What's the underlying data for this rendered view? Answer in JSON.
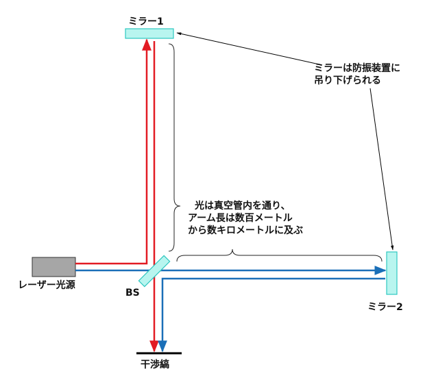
{
  "labels": {
    "mirror1": "ミラー1",
    "mirror2": "ミラー2",
    "laser": "レーザー光源",
    "beam_splitter": "BS",
    "fringes": "干渉縞",
    "suspension_note": [
      "ミラーは防振装置に",
      "吊り下げられる"
    ],
    "vacuum_note": [
      "光は真空管内を通り、",
      "アーム長は数百メートル",
      "から数キロメートルに及ぶ"
    ]
  },
  "colors": {
    "laser_beam": "#e21b23",
    "return_beam": "#1a6fb8",
    "mirror_fill": "#b8f5ef",
    "mirror_stroke": "#2ec7c0",
    "laser_fill": "#a6a6a6",
    "laser_stroke": "#333333",
    "screen": "#000000"
  }
}
